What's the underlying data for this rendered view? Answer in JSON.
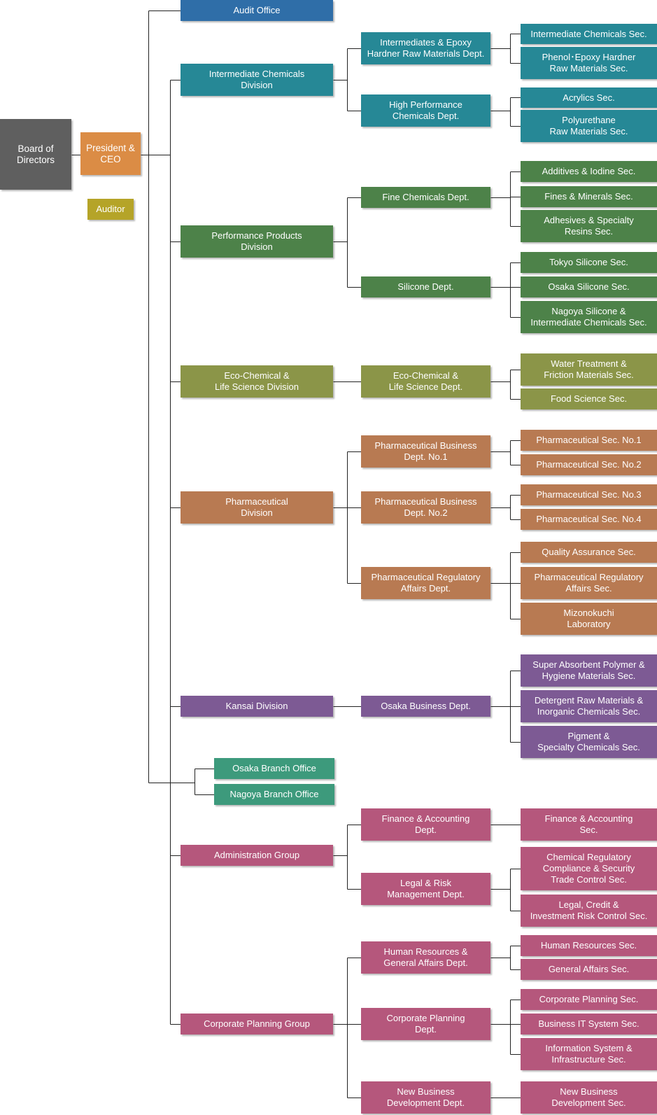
{
  "colors": {
    "board": "#5f5f5f",
    "president": "#db8c45",
    "auditor": "#b5a428",
    "audit_office": "#2f6ea8",
    "intermediate": "#268896",
    "performance": "#4d8249",
    "eco": "#8b9548",
    "pharma": "#b87a52",
    "kansai": "#7d5a94",
    "branch": "#3d9a7c",
    "admin": "#b5577c",
    "line": "#222222"
  },
  "org": {
    "board": "Board of\nDirectors",
    "president": "President &\nCEO",
    "auditor": "Auditor",
    "audit_office": "Audit Office",
    "intermediate": {
      "division": "Intermediate Chemicals\nDivision",
      "dept_epoxy": "Intermediates & Epoxy\nHardner Raw Materials Dept.",
      "dept_hpc": "High Performance\nChemicals Dept.",
      "sec_intermediate": "Intermediate Chemicals Sec.",
      "sec_phenol": "Phenol･Epoxy Hardner\nRaw Materials Sec.",
      "sec_acrylics": "Acrylics Sec.",
      "sec_polyurethane": "Polyurethane\nRaw Materials Sec."
    },
    "performance": {
      "division": "Performance Products\nDivision",
      "dept_fine": "Fine Chemicals Dept.",
      "dept_silicone": "Silicone Dept.",
      "sec_additives": "Additives & Iodine Sec.",
      "sec_fines": "Fines & Minerals Sec.",
      "sec_adhesives": "Adhesives & Specialty\nResins Sec.",
      "sec_tokyo": "Tokyo Silicone Sec.",
      "sec_osaka": "Osaka Silicone Sec.",
      "sec_nagoya": "Nagoya Silicone &\nIntermediate Chemicals Sec."
    },
    "eco": {
      "division": "Eco-Chemical &\nLife Science Division",
      "dept": "Eco-Chemical  &\nLife Science Dept.",
      "sec_water": "Water Treatment &\nFriction Materials Sec.",
      "sec_food": "Food Science Sec."
    },
    "pharma": {
      "division": "Pharmaceutical\nDivision",
      "dept_no1": "Pharmaceutical Business\nDept. No.1",
      "dept_no2": "Pharmaceutical Business\nDept. No.2",
      "dept_reg": "Pharmaceutical Regulatory\nAffairs Dept.",
      "sec_no1": "Pharmaceutical Sec. No.1",
      "sec_no2": "Pharmaceutical Sec. No.2",
      "sec_no3": "Pharmaceutical Sec. No.3",
      "sec_no4": "Pharmaceutical Sec. No.4",
      "sec_qa": "Quality Assurance Sec.",
      "sec_reg": "Pharmaceutical Regulatory\nAffairs Sec.",
      "sec_lab": "Mizonokuchi\nLaboratory"
    },
    "kansai": {
      "division": "Kansai Division",
      "dept": "Osaka Business Dept.",
      "sec_sap": "Super Absorbent Polymer &\nHygiene Materials Sec.",
      "sec_detergent": "Detergent Raw Materials &\nInorganic Chemicals Sec.",
      "sec_pigment": "Pigment  &\nSpecialty Chemicals Sec."
    },
    "branches": {
      "osaka": "Osaka Branch Office",
      "nagoya": "Nagoya Branch Office"
    },
    "admin": {
      "group": "Administration Group",
      "dept_finance": "Finance & Accounting\nDept.",
      "dept_legal": "Legal & Risk\nManagement Dept.",
      "sec_finance": "Finance & Accounting\nSec.",
      "sec_chemreg": "Chemical Regulatory\nCompliance & Security\nTrade Control Sec.",
      "sec_legal": "Legal, Credit &\nInvestment Risk Control Sec."
    },
    "planning": {
      "group": "Corporate Planning Group",
      "dept_hr": "Human Resources &\nGeneral Affairs Dept.",
      "dept_cp": "Corporate Planning\nDept.",
      "dept_nbd": "New Business\nDevelopment Dept.",
      "sec_hr": "Human Resources Sec.",
      "sec_ga": "General Affairs Sec.",
      "sec_cp": "Corporate Planning Sec.",
      "sec_it": "Business IT System Sec.",
      "sec_info": "Information System &\nInfrastructure Sec.",
      "sec_nbd": "New Business\nDevelopment Sec."
    }
  }
}
